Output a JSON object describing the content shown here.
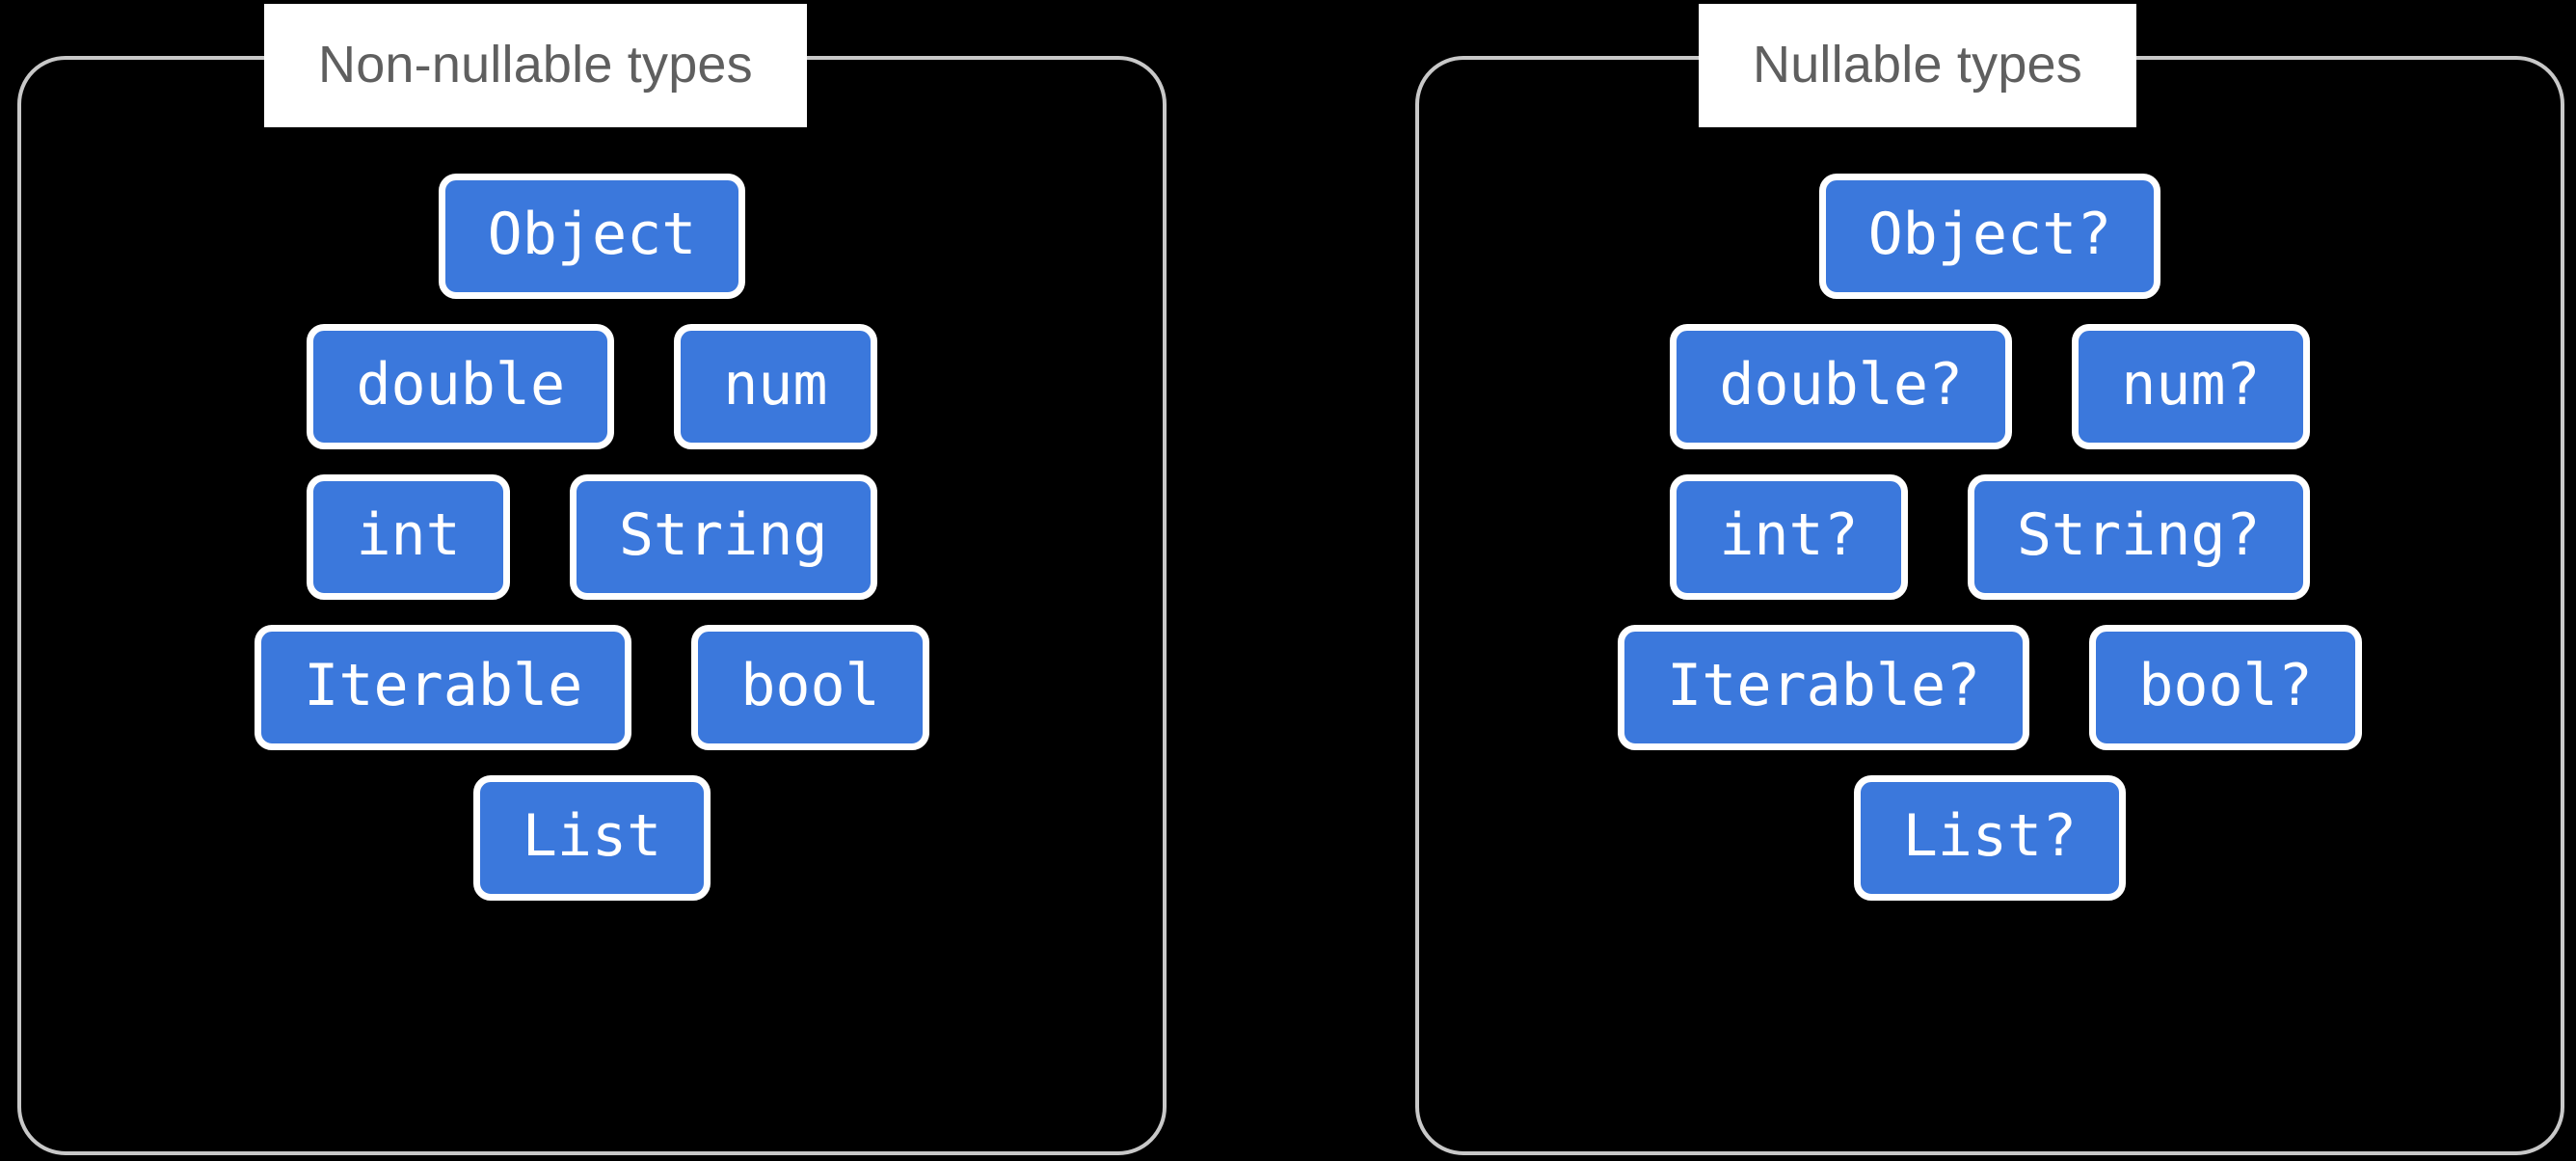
{
  "background_color": "#000000",
  "panel_border_color": "#c8c8c8",
  "pill_color": "#3b78dc",
  "pill_border_color": "#ffffff",
  "pill_text_color": "#ffffff",
  "title_text_color": "#5f5f5f",
  "title_background_color": "#ffffff",
  "panels": [
    {
      "title": "Non-nullable types",
      "rows": [
        [
          "Object"
        ],
        [
          "double",
          "num"
        ],
        [
          "int",
          "String"
        ],
        [
          "Iterable",
          "bool"
        ],
        [
          "List"
        ]
      ]
    },
    {
      "title": "Nullable types",
      "rows": [
        [
          "Object?"
        ],
        [
          "double?",
          "num?"
        ],
        [
          "int?",
          "String?"
        ],
        [
          "Iterable?",
          "bool?"
        ],
        [
          "List?"
        ]
      ]
    }
  ]
}
